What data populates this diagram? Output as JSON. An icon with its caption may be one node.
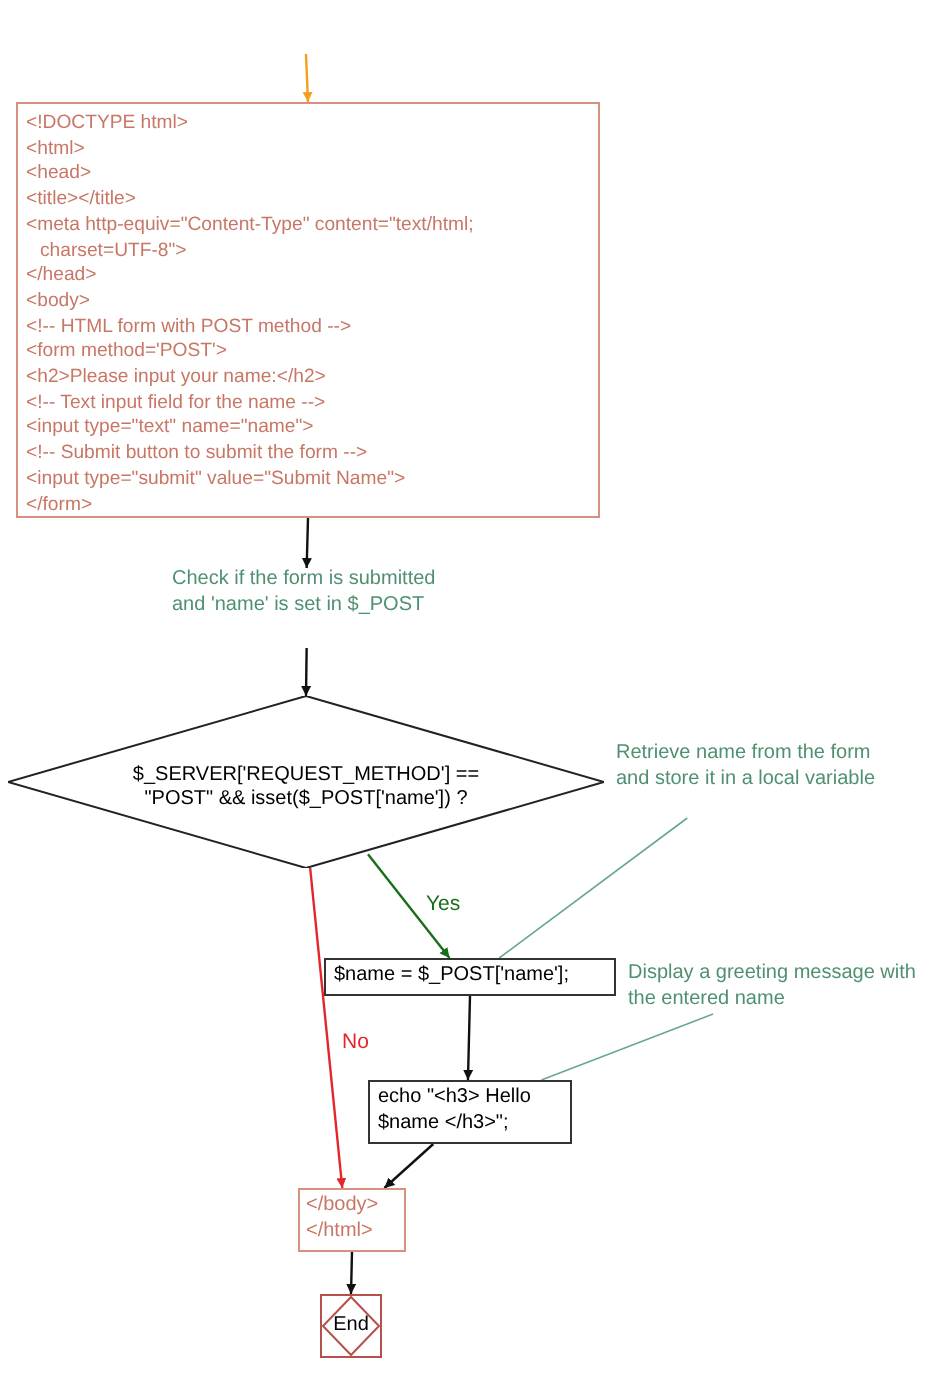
{
  "diagram": {
    "nodes": [
      {
        "text": [
          "<!DOCTYPE html>",
          "<html>",
          "<head>",
          "<title></title>",
          "<meta http-equiv=\"Content-Type\" content=\"text/html; charset=UTF-8\">",
          "</head>",
          "<body>",
          "<!-- HTML form with POST method -->",
          "<form method='POST'>",
          "<h2>Please input your name:</h2>",
          "<!-- Text input field for the name -->",
          "<input type=\"text\" name=\"name\">",
          "<!-- Submit button to submit the form -->",
          "<input type=\"submit\" value=\"Submit Name\">",
          "</form>"
        ]
      },
      {
        "text": [
          "Check if the form is submitted and 'name' is set in $_POST"
        ]
      },
      {
        "text": [
          "$_SERVER['REQUEST_METHOD'] == \"POST\" && isset($_POST['name']) ?"
        ]
      },
      {
        "text": [
          "Retrieve name from the form and store it in a local variable"
        ]
      },
      {
        "text": [
          "$name = $_POST['name'];"
        ]
      },
      {
        "text": [
          "Display a greeting message with the entered name"
        ]
      },
      {
        "text": [
          "echo \"<h3> Hello $name </h3>\";"
        ]
      },
      {
        "text": [
          "</body> </html>"
        ]
      },
      {
        "text": [
          "End"
        ]
      }
    ],
    "edges": [
      {
        "from": null,
        "to": 0,
        "arrow": "to",
        "color": "#f5a01a"
      },
      {
        "from": 0,
        "to": 1,
        "arrow": "to"
      },
      {
        "from": 1,
        "to": 2,
        "arrow": "to"
      },
      {
        "from": 2,
        "to": 4,
        "arrow": "to",
        "label": "Yes",
        "color": "#1a6e1a"
      },
      {
        "from": 2,
        "to": 7,
        "arrow": "to",
        "label": "No",
        "color": "#e0282a"
      },
      {
        "from": 3,
        "to": 4,
        "arrow": "none",
        "color": "#6aa88a"
      },
      {
        "from": 4,
        "to": 6,
        "arrow": "to"
      },
      {
        "from": 5,
        "to": 6,
        "arrow": "none",
        "color": "#6aa88a"
      },
      {
        "from": 6,
        "to": 7,
        "arrow": "to"
      },
      {
        "from": 7,
        "to": 8,
        "arrow": "to"
      }
    ]
  }
}
